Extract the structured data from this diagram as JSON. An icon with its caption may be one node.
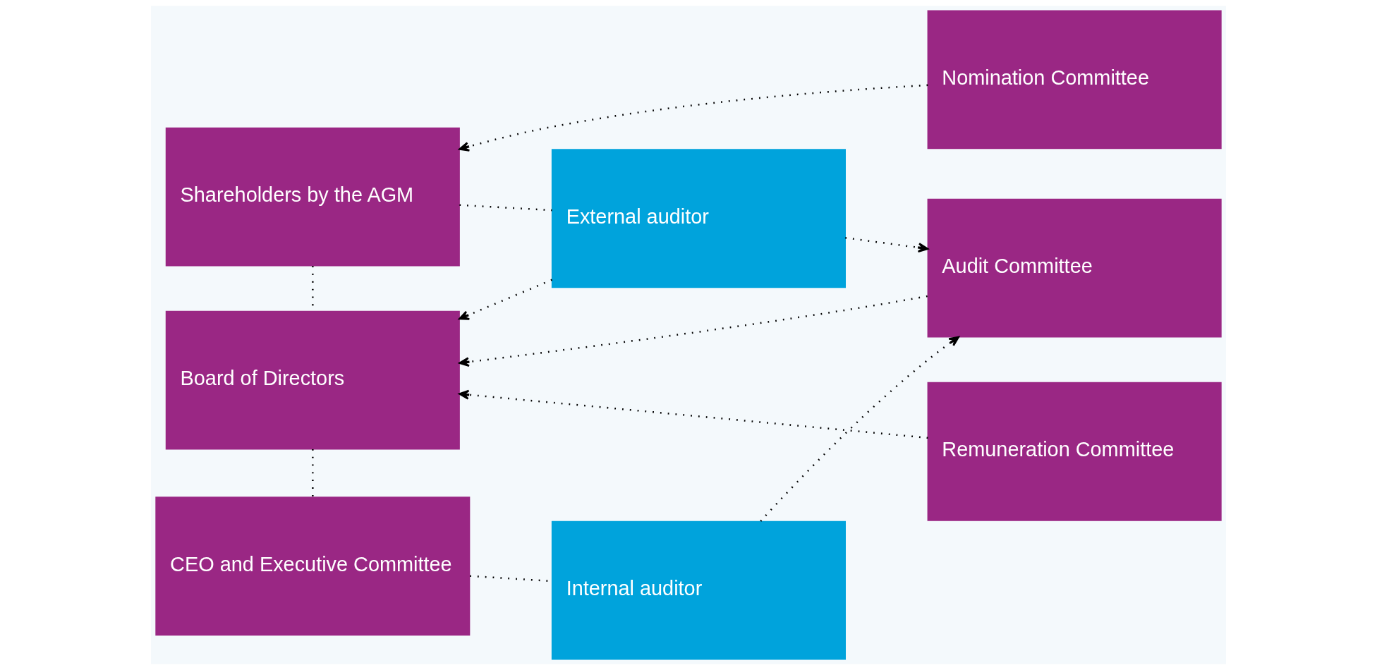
{
  "diagram": {
    "nodes": [
      {
        "text": [
          "Shareholders by the AGM"
        ]
      },
      {
        "text": [
          "Nomination Committee"
        ]
      },
      {
        "text": [
          "Remuneration Committee"
        ]
      },
      {
        "text": [
          "External auditor"
        ]
      },
      {
        "text": [
          "Board of Directors"
        ]
      },
      {
        "text": [
          "Audit Committee"
        ]
      },
      {
        "text": [
          "CEO and Executive Committee"
        ]
      },
      {
        "text": [
          "Internal auditor"
        ]
      }
    ],
    "edges": [
      {
        "from": 1,
        "to": 0,
        "arrow": "to"
      },
      {
        "from": 0,
        "to": 3,
        "arrow": "none"
      },
      {
        "from": 0,
        "to": 4,
        "arrow": "none"
      },
      {
        "from": 3,
        "to": 4,
        "arrow": "to"
      },
      {
        "from": 2,
        "to": 4,
        "arrow": "to"
      },
      {
        "from": 5,
        "to": 4,
        "arrow": "to"
      },
      {
        "from": 4,
        "to": 6,
        "arrow": "none"
      },
      {
        "from": 7,
        "to": 5,
        "arrow": "to"
      },
      {
        "from": 6,
        "to": 7,
        "arrow": "none"
      },
      {
        "from": 3,
        "to": 5,
        "arrow": "to"
      }
    ]
  }
}
